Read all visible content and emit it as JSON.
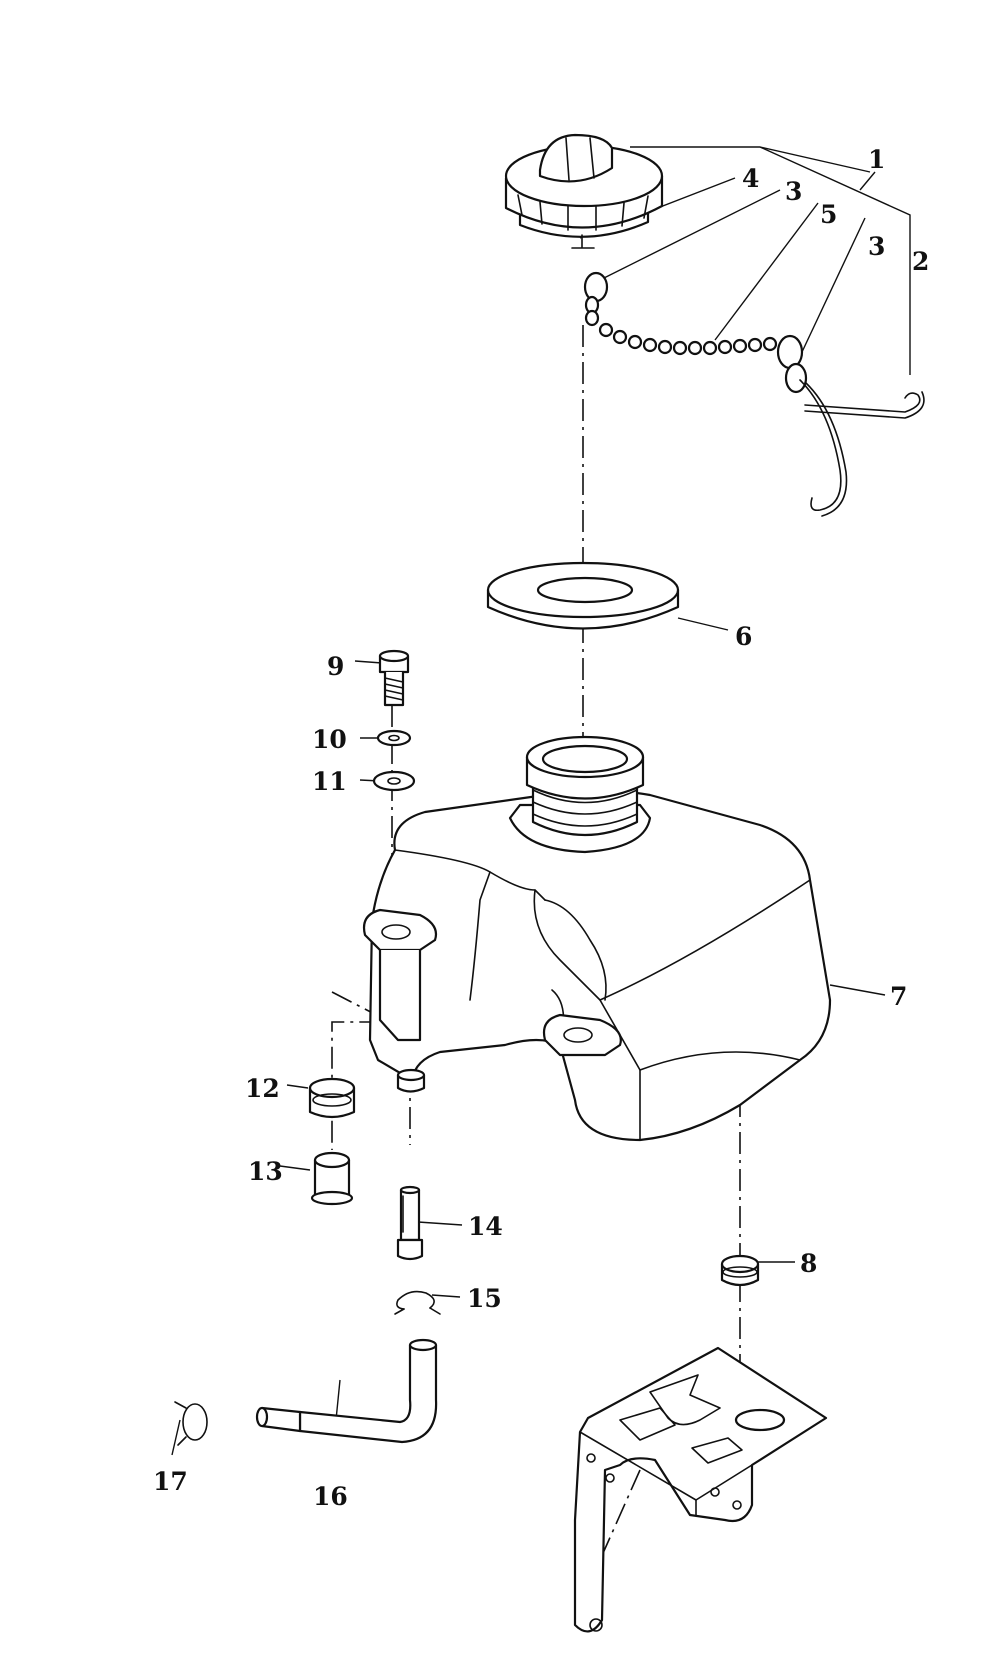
{
  "diagram": {
    "type": "exploded parts diagram",
    "callouts": {
      "c1": "1",
      "c2": "2",
      "c3a": "3",
      "c3b": "3",
      "c4": "4",
      "c5": "5",
      "c6": "6",
      "c7": "7",
      "c8": "8",
      "c9": "9",
      "c10": "10",
      "c11": "11",
      "c12": "12",
      "c13": "13",
      "c14": "14",
      "c15": "15",
      "c16": "16",
      "c17": "17"
    }
  }
}
